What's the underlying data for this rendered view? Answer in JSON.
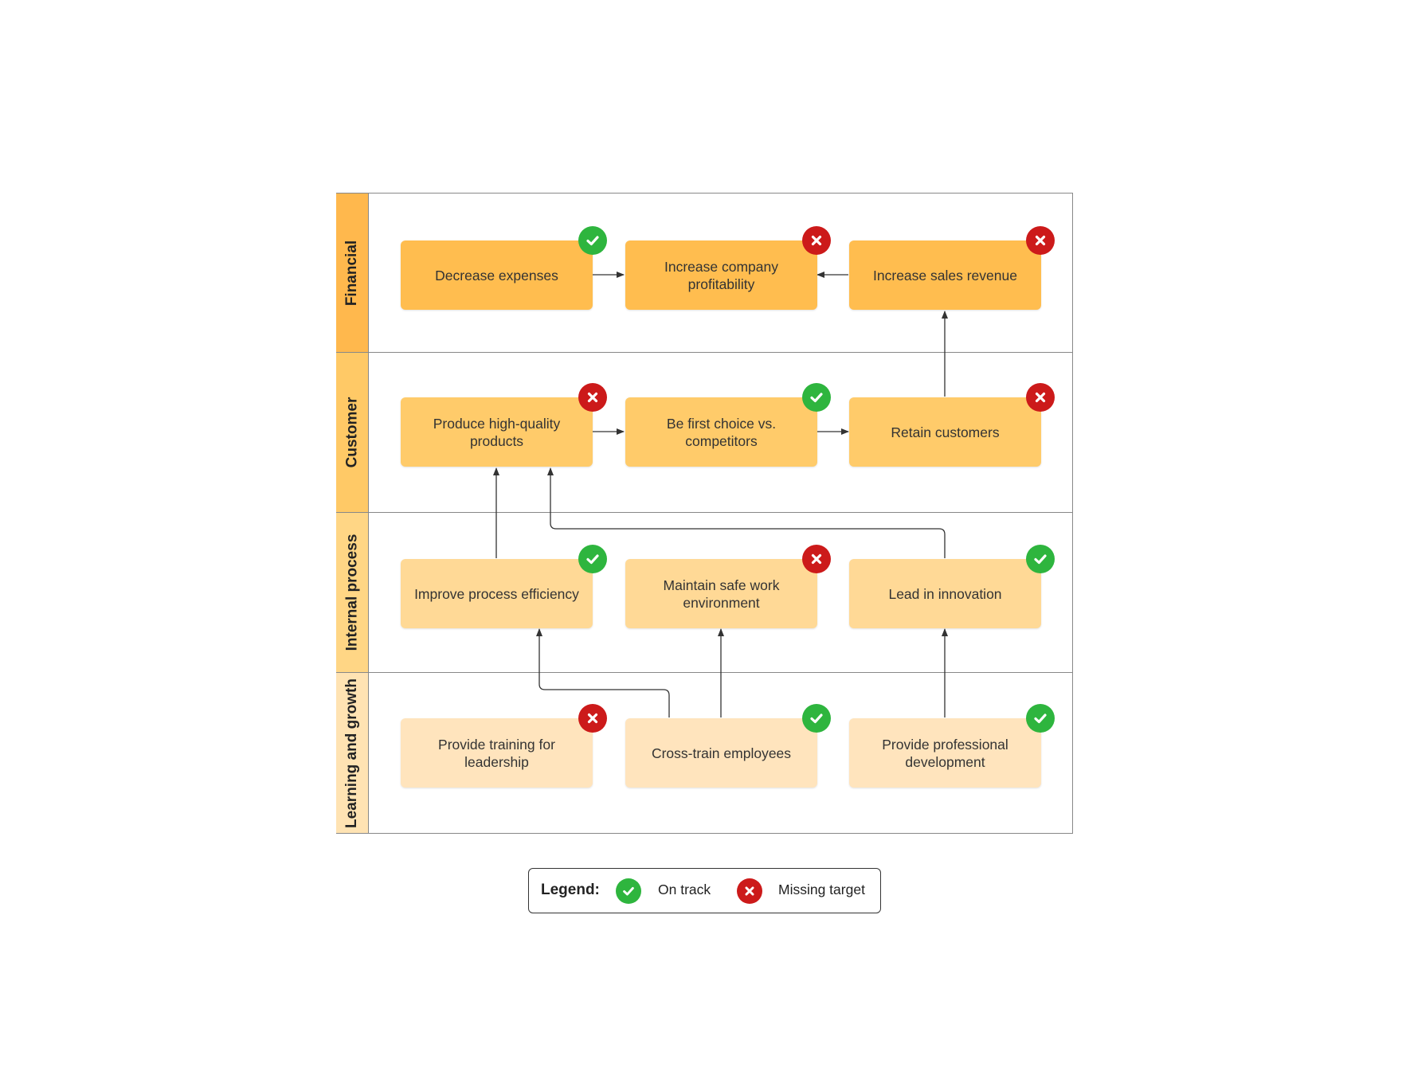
{
  "colors": {
    "lane_financial": "#FFB84D",
    "lane_customer": "#FFC966",
    "lane_internal": "#FFD685",
    "lane_learning": "#FFE3B3",
    "node_financial": "#FFBD4F",
    "node_customer": "#FFCB6A",
    "node_internal": "#FFD996",
    "node_learning": "#FFE4BD",
    "on_track": "#2EB53E",
    "missing": "#CC1A1A",
    "connector": "#333333"
  },
  "lanes": [
    {
      "id": "financial",
      "label": "Financial"
    },
    {
      "id": "customer",
      "label": "Customer"
    },
    {
      "id": "internal",
      "label": "Internal process"
    },
    {
      "id": "learning",
      "label": "Learning and growth"
    }
  ],
  "nodes": [
    {
      "id": "decrease-expenses",
      "text": "Decrease expenses",
      "status": "on_track"
    },
    {
      "id": "increase-profitability",
      "text": "Increase company profitability",
      "status": "missing"
    },
    {
      "id": "increase-sales",
      "text": "Increase sales revenue",
      "status": "missing"
    },
    {
      "id": "produce-quality",
      "text": "Produce high-quality products",
      "status": "missing"
    },
    {
      "id": "first-choice",
      "text": "Be first choice vs. competitors",
      "status": "on_track"
    },
    {
      "id": "retain-customers",
      "text": "Retain customers",
      "status": "missing"
    },
    {
      "id": "improve-process",
      "text": "Improve process efficiency",
      "status": "on_track"
    },
    {
      "id": "safe-work",
      "text": "Maintain safe work environment",
      "status": "missing"
    },
    {
      "id": "lead-innovation",
      "text": "Lead in innovation",
      "status": "on_track"
    },
    {
      "id": "training-leadership",
      "text": "Provide training for leadership",
      "status": "missing"
    },
    {
      "id": "cross-train",
      "text": "Cross-train employees",
      "status": "on_track"
    },
    {
      "id": "professional-dev",
      "text": "Provide professional development",
      "status": "on_track"
    }
  ],
  "connections": [
    {
      "from": "decrease-expenses",
      "to": "increase-profitability"
    },
    {
      "from": "increase-sales",
      "to": "increase-profitability"
    },
    {
      "from": "retain-customers",
      "to": "increase-sales"
    },
    {
      "from": "produce-quality",
      "to": "first-choice"
    },
    {
      "from": "first-choice",
      "to": "retain-customers"
    },
    {
      "from": "improve-process",
      "to": "produce-quality"
    },
    {
      "from": "lead-innovation",
      "to": "produce-quality"
    },
    {
      "from": "cross-train",
      "to": "improve-process"
    },
    {
      "from": "cross-train",
      "to": "safe-work"
    },
    {
      "from": "professional-dev",
      "to": "lead-innovation"
    }
  ],
  "legend": {
    "title": "Legend:",
    "on_track": "On track",
    "missing": "Missing target"
  }
}
